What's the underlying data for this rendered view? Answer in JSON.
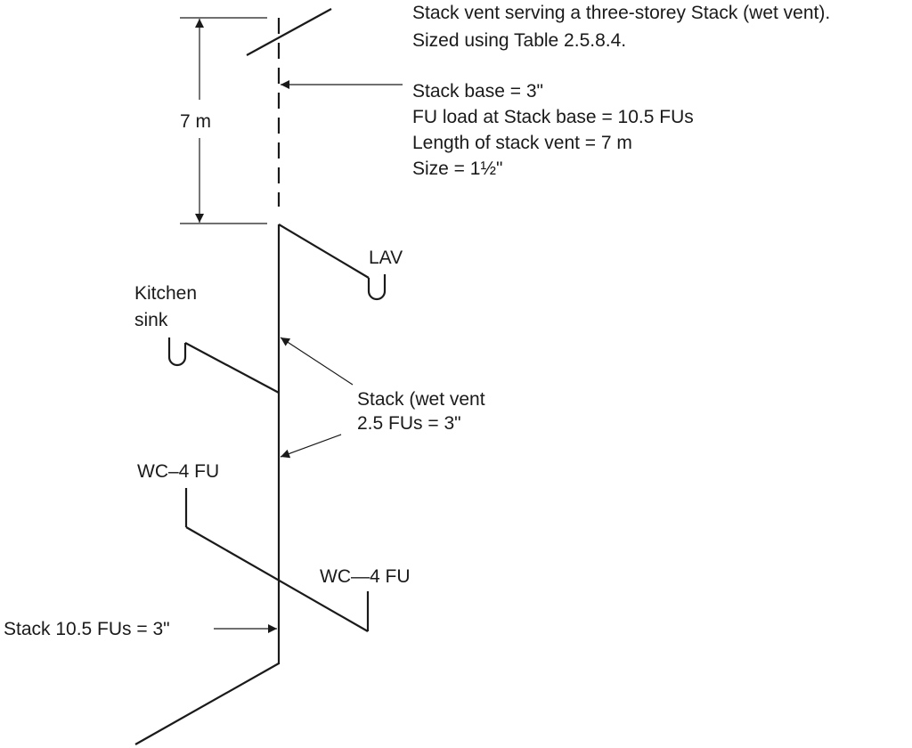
{
  "notes": {
    "vent_line1": "Stack vent serving a three-storey Stack  (wet vent).",
    "vent_line2": "Sized using Table 2.5.8.4.",
    "base_size": "Stack base = 3\"",
    "fu_load": "FU load at Stack  base = 10.5 FUs",
    "vent_length": "Length of stack vent = 7 m",
    "vent_size": "Size = 1½\""
  },
  "dimension": {
    "label": "7 m"
  },
  "fixtures": {
    "lav": "LAV",
    "kitchen_line1": "Kitchen",
    "kitchen_line2": "sink",
    "wc_upper": "WC–4 FU",
    "wc_lower": "WC—4 FU"
  },
  "callouts": {
    "wet_vent_line1": "Stack  (wet vent",
    "wet_vent_line2": "2.5 FUs = 3\"",
    "stack_base": "Stack  10.5 FUs = 3\""
  }
}
